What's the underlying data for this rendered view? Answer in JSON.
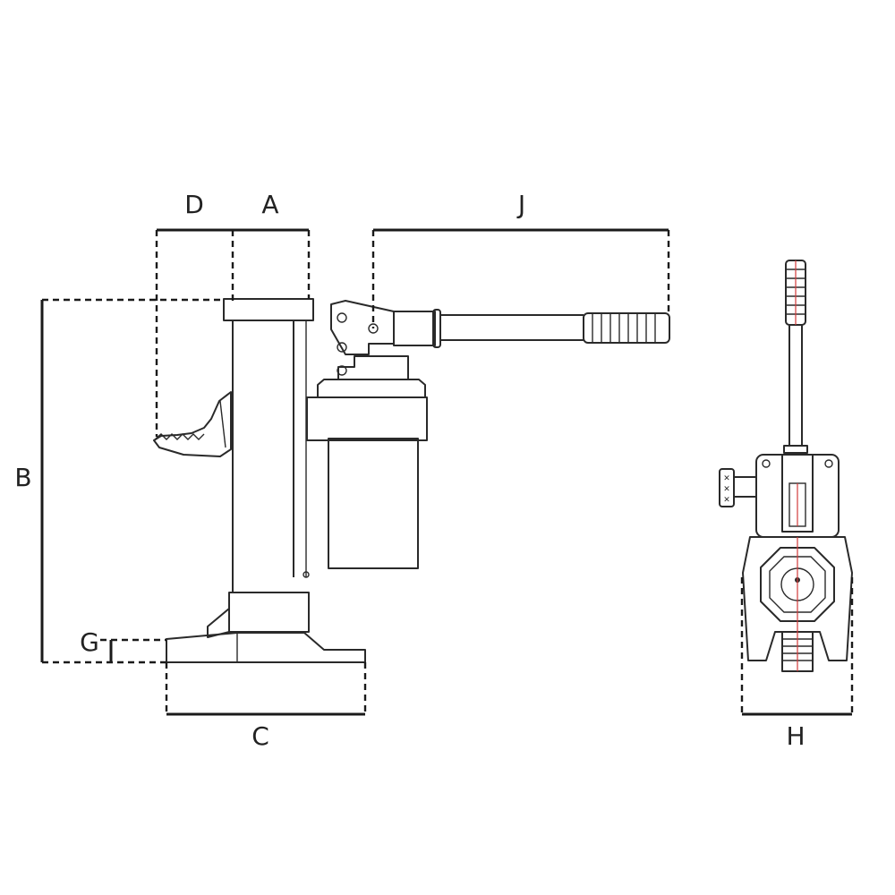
{
  "dimensions": {
    "A": "A",
    "B": "B",
    "C": "C",
    "D": "D",
    "G": "G",
    "H": "H",
    "J": "J"
  },
  "colors": {
    "line": "#2a2a2a",
    "centerline": "#d23a3a",
    "background": "#ffffff"
  }
}
